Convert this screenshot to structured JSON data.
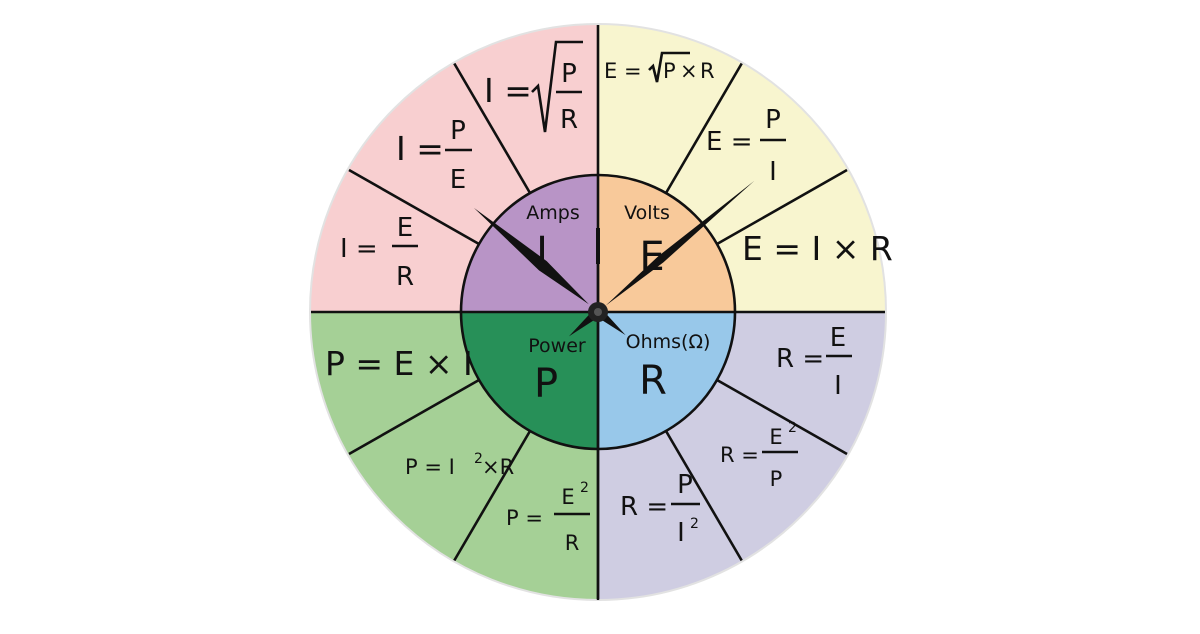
{
  "colors": {
    "amps_outer": "#f8cfd0",
    "volts_outer": "#f8f5cf",
    "ohms_outer": "#cfcde2",
    "power_outer": "#a5d096",
    "amps_core": "#b894c6",
    "volts_core": "#f8c99a",
    "ohms_core": "#98c8ea",
    "power_core": "#279058",
    "hands": "#111111"
  },
  "core": {
    "amps": {
      "label": "Amps",
      "letter": "I"
    },
    "volts": {
      "label": "Volts",
      "letter": "E"
    },
    "power": {
      "label": "Power",
      "letter": "P"
    },
    "ohms": {
      "label": "Ohms(Ω)",
      "letter": "R"
    }
  },
  "formulas": {
    "amps_sqrt": {
      "lhs": "I =",
      "num": "P",
      "den": "R"
    },
    "amps_pe": {
      "lhs": "I =",
      "num": "P",
      "den": "E"
    },
    "amps_er": {
      "lhs": "I =",
      "num": "E",
      "den": "R"
    },
    "volts_sqrt": {
      "lhs": "E =",
      "a": "P",
      "op": "×",
      "b": "R"
    },
    "volts_pi": {
      "lhs": "E =",
      "num": "P",
      "den": "I"
    },
    "volts_ir": {
      "text": "E = I × R"
    },
    "ohms_ei": {
      "lhs": "R =",
      "num": "E",
      "den": "I"
    },
    "ohms_e2p": {
      "lhs": "R =",
      "num": "E",
      "sup": "2",
      "den": "P"
    },
    "ohms_pi2": {
      "lhs": "R =",
      "num": "P",
      "den": "I",
      "sup": "2"
    },
    "power_ei": {
      "text": "P = E × I"
    },
    "power_i2r": {
      "lhs": "P = I",
      "sup": "2",
      "rest": "×R"
    },
    "power_e2r": {
      "lhs": "P =",
      "num": "E",
      "sup": "2",
      "den": "R"
    }
  },
  "clock": {
    "hour_hand_deg": -50,
    "minute_hand_deg": 50,
    "second_hand_deg": 180
  }
}
